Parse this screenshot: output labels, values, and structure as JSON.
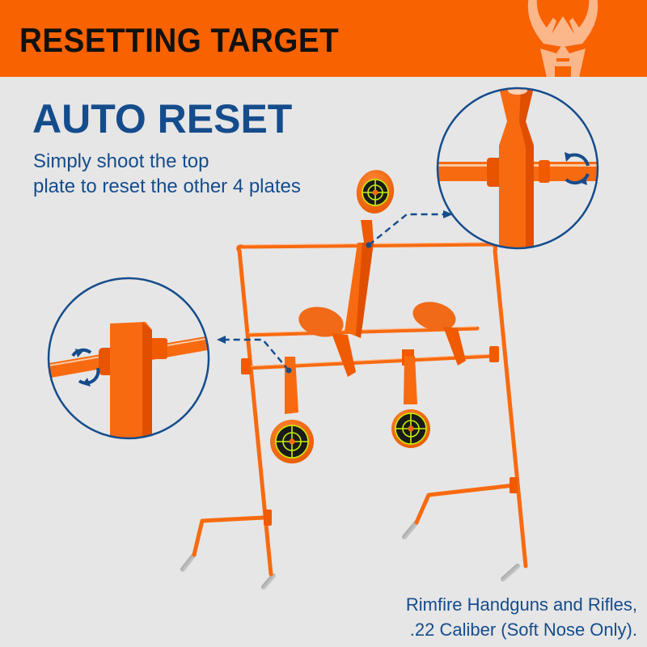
{
  "header": {
    "title": "RESETTING  TARGET",
    "background_color": "#f86200",
    "logo": "deer-antler-logo-icon"
  },
  "feature": {
    "headline": "AUTO RESET",
    "description_lines": [
      "Simply shoot the top",
      "plate to reset the other 4 plates"
    ]
  },
  "product": {
    "name": "resetting-target-stand",
    "top_plate_count": 1,
    "reset_plate_count": 4,
    "plate_color": "#f86a10",
    "target_face_colors": [
      "#1a1a1a",
      "#c8f000",
      "#f86a10"
    ]
  },
  "callouts": [
    {
      "id": "top-pivot-detail",
      "icon": "rotate-arrows-icon",
      "border_color": "#154c8c"
    },
    {
      "id": "lower-pivot-detail",
      "icon": "rotate-arrows-icon",
      "border_color": "#154c8c"
    }
  ],
  "footer": {
    "lines": [
      "Rimfire Handguns and Rifles,",
      ".22 Caliber (Soft Nose Only)."
    ]
  },
  "colors": {
    "text_blue": "#154c8c",
    "background": "#e6e6e6",
    "accent_orange": "#f86200"
  }
}
